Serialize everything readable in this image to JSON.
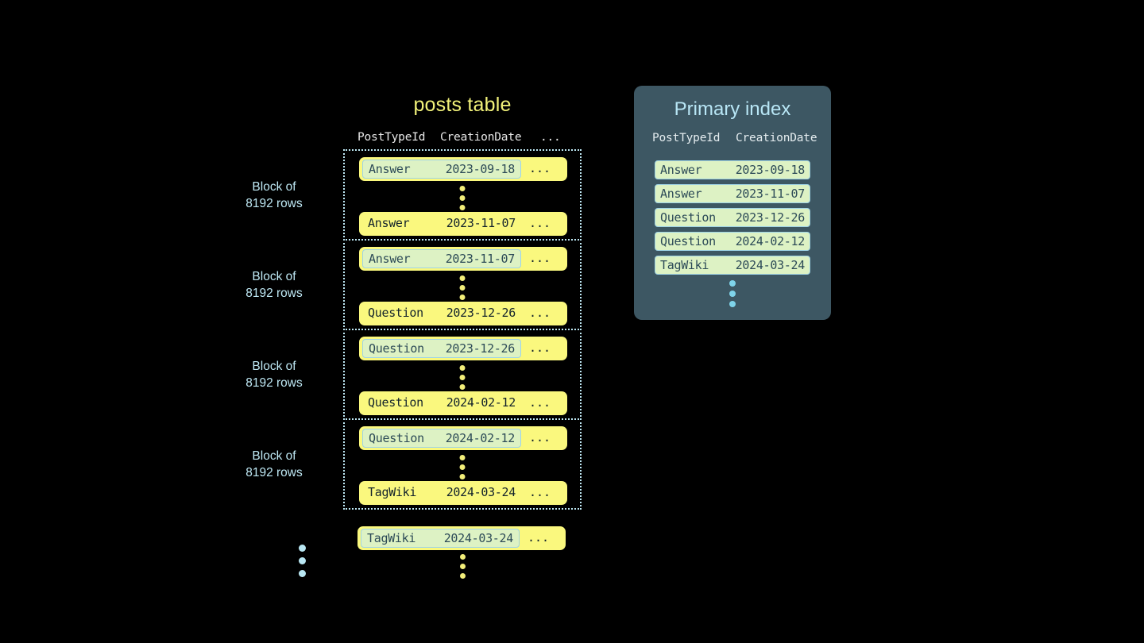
{
  "colors": {
    "background": "#000000",
    "row_yellow": "#faf87e",
    "key_mint": "#ddf2c4",
    "key_border": "#9ed3e6",
    "light_blue": "#b8e6f5",
    "title_yellow": "#f2f27a",
    "panel_slate": "#3d5763",
    "dot_yellow": "#f2ee7a"
  },
  "posts_table": {
    "title": "posts table",
    "columns": {
      "post_type_id": "PostTypeId",
      "creation_date": "CreationDate",
      "rest": "..."
    },
    "blocks": [
      {
        "label_line1": "Block of",
        "label_line2": "8192 rows",
        "first_row": {
          "type": "Answer",
          "date": "2023-09-18",
          "rest": "...",
          "keyed": true
        },
        "last_row": {
          "type": "Answer",
          "date": "2023-11-07",
          "rest": "...",
          "keyed": false
        }
      },
      {
        "label_line1": "Block of",
        "label_line2": "8192 rows",
        "first_row": {
          "type": "Answer",
          "date": "2023-11-07",
          "rest": "...",
          "keyed": true
        },
        "last_row": {
          "type": "Question",
          "date": "2023-12-26",
          "rest": "...",
          "keyed": false
        }
      },
      {
        "label_line1": "Block of",
        "label_line2": "8192 rows",
        "first_row": {
          "type": "Question",
          "date": "2023-12-26",
          "rest": "...",
          "keyed": true
        },
        "last_row": {
          "type": "Question",
          "date": "2024-02-12",
          "rest": "...",
          "keyed": false
        }
      },
      {
        "label_line1": "Block of",
        "label_line2": "8192 rows",
        "first_row": {
          "type": "Question",
          "date": "2024-02-12",
          "rest": "...",
          "keyed": true
        },
        "last_row": {
          "type": "TagWiki",
          "date": "2024-03-24",
          "rest": "...",
          "keyed": false
        }
      }
    ],
    "trailing_row": {
      "type": "TagWiki",
      "date": "2024-03-24",
      "rest": "...",
      "keyed": true
    }
  },
  "primary_index": {
    "title": "Primary index",
    "columns": {
      "post_type_id": "PostTypeId",
      "creation_date": "CreationDate"
    },
    "rows": [
      {
        "type": "Answer",
        "date": "2023-09-18"
      },
      {
        "type": "Answer",
        "date": "2023-11-07"
      },
      {
        "type": "Question",
        "date": "2023-12-26"
      },
      {
        "type": "Question",
        "date": "2024-02-12"
      },
      {
        "type": "TagWiki",
        "date": "2024-03-24"
      }
    ]
  }
}
